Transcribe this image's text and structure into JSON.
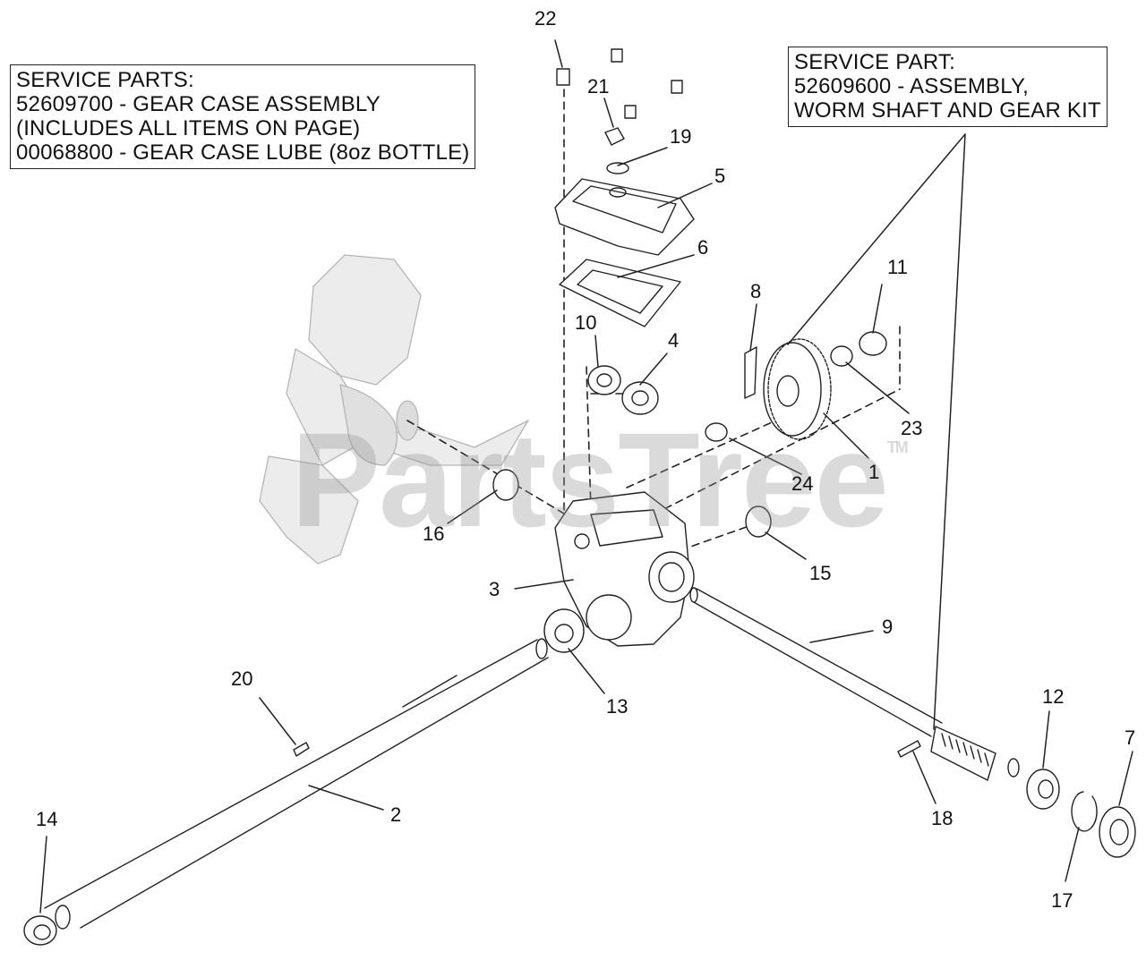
{
  "watermark": {
    "text": "PartsTree",
    "trademark": "TM"
  },
  "service_parts_box": {
    "lines": [
      "SERVICE PARTS:",
      "52609700 - GEAR CASE ASSEMBLY",
      "(INCLUDES ALL ITEMS ON PAGE)",
      "00068800 - GEAR CASE LUBE (8oz BOTTLE)"
    ]
  },
  "service_part_box": {
    "lines": [
      "SERVICE PART:",
      "52609600 - ASSEMBLY,",
      "WORM SHAFT AND GEAR KIT"
    ]
  },
  "part_labels": {
    "p1": "1",
    "p2": "2",
    "p3": "3",
    "p4": "4",
    "p5": "5",
    "p6": "6",
    "p7": "7",
    "p8": "8",
    "p9": "9",
    "p10": "10",
    "p11": "11",
    "p12": "12",
    "p13": "13",
    "p14": "14",
    "p15": "15",
    "p16": "16",
    "p17": "17",
    "p18": "18",
    "p19": "19",
    "p20": "20",
    "p21": "21",
    "p22": "22",
    "p23": "23",
    "p24": "24"
  }
}
